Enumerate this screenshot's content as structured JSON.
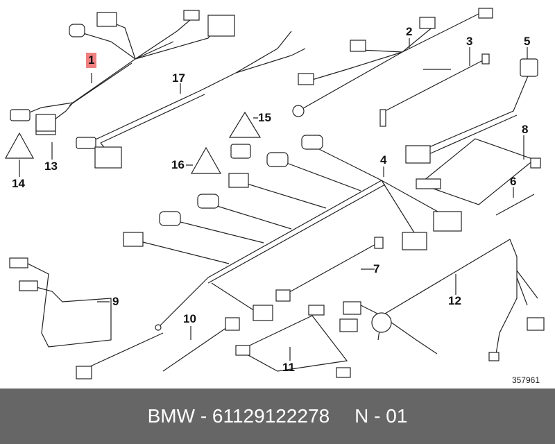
{
  "callouts": [
    "1",
    "2",
    "3",
    "4",
    "5",
    "6",
    "7",
    "8",
    "9",
    "10",
    "11",
    "12",
    "13",
    "14",
    "15",
    "16",
    "17"
  ],
  "highlighted_callout": "1",
  "catalog_number": "357961",
  "footer": {
    "brand_part": "BMW - 61129122278",
    "variant": "N - 01"
  },
  "colors": {
    "highlight": "#f08080",
    "footer_bg": "#666666"
  }
}
